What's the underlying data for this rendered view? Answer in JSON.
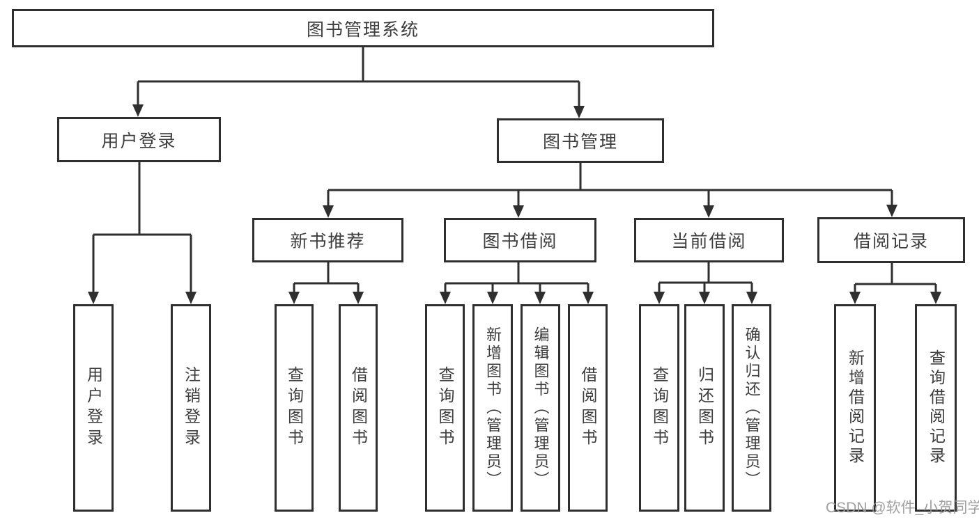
{
  "colors": {
    "line": "#2f2f2f",
    "box_border": "#2f2f2f",
    "text": "#3d3d3d",
    "watermark": "#9b9b9b",
    "background": "#ffffff"
  },
  "tree": {
    "root": {
      "label": "图书管理系统"
    },
    "level2": [
      {
        "label": "用户登录",
        "children": [
          {
            "label": "用户登录"
          },
          {
            "label": "注销登录"
          }
        ]
      },
      {
        "label": "图书管理",
        "children": [
          {
            "label": "新书推荐",
            "children": [
              {
                "label": "查询图书"
              },
              {
                "label": "借阅图书"
              }
            ]
          },
          {
            "label": "图书借阅",
            "children": [
              {
                "label": "查询图书"
              },
              {
                "label": "新增图书（管理员）"
              },
              {
                "label": "编辑图书（管理员）"
              },
              {
                "label": "借阅图书"
              }
            ]
          },
          {
            "label": "当前借阅",
            "children": [
              {
                "label": "查询图书"
              },
              {
                "label": "归还图书"
              },
              {
                "label": "确认归还（管理员）"
              }
            ]
          },
          {
            "label": "借阅记录",
            "children": [
              {
                "label": "新增借阅记录"
              },
              {
                "label": "查询借阅记录"
              }
            ]
          }
        ]
      }
    ]
  },
  "watermark": {
    "text": "CSDN @软件_小贺同学"
  }
}
